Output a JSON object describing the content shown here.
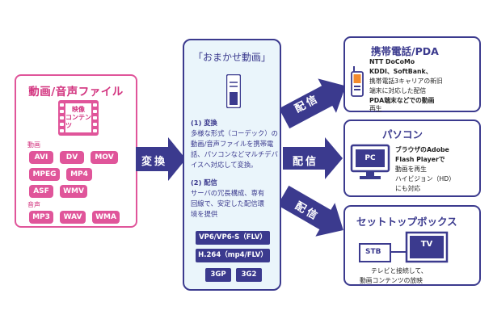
{
  "source": {
    "title": "動画/音声ファイル",
    "film_label_line1": "映像",
    "film_label_line2": "コンテンツ",
    "video_section": "動画",
    "audio_section": "音声",
    "video_formats": [
      "AVI",
      "DV",
      "MOV",
      "MPEG",
      "MP4",
      "ASF",
      "WMV"
    ],
    "audio_formats": [
      "MP3",
      "WAV",
      "WMA"
    ]
  },
  "arrow_convert": "変換",
  "arrow_deliver": "配信",
  "service": {
    "title": "「おまかせ動画」",
    "step1_heading": "(1) 変換",
    "step1_text": [
      "多様な形式（コーデック）の",
      "動画/音声ファイルを携帯電",
      "話、パソコンなどマルチデバ",
      "イスへ対応して変換。"
    ],
    "step2_heading": "(2) 配信",
    "step2_text": [
      "サーバの冗長構成、専有",
      "回線で、安定した配信環",
      "境を提供"
    ],
    "formats": [
      "VP6/VP6-S（FLV）",
      "H.264（mp4/FLV）",
      "3GP",
      "3G2"
    ]
  },
  "targets": {
    "mobile": {
      "title": "携帯電話/PDA",
      "lines": [
        "NTT DoCoMo",
        "KDDI、SoftBank、",
        "携帯電話3キャリアの新旧",
        "端末に対応した配信",
        "PDA端末などでの動画",
        "再生"
      ]
    },
    "pc": {
      "title": "パソコン",
      "screen_label": "PC",
      "lines": [
        "ブラウザのAdobe",
        "Flash Playerで",
        "動画を再生",
        "ハイビジョン（HD）",
        "にも対応"
      ]
    },
    "stb": {
      "title": "セットトップボックス",
      "stb_label": "STB",
      "tv_label": "TV",
      "lines": [
        "テレビと接続して、",
        "動画コンテンツの放映"
      ]
    }
  }
}
